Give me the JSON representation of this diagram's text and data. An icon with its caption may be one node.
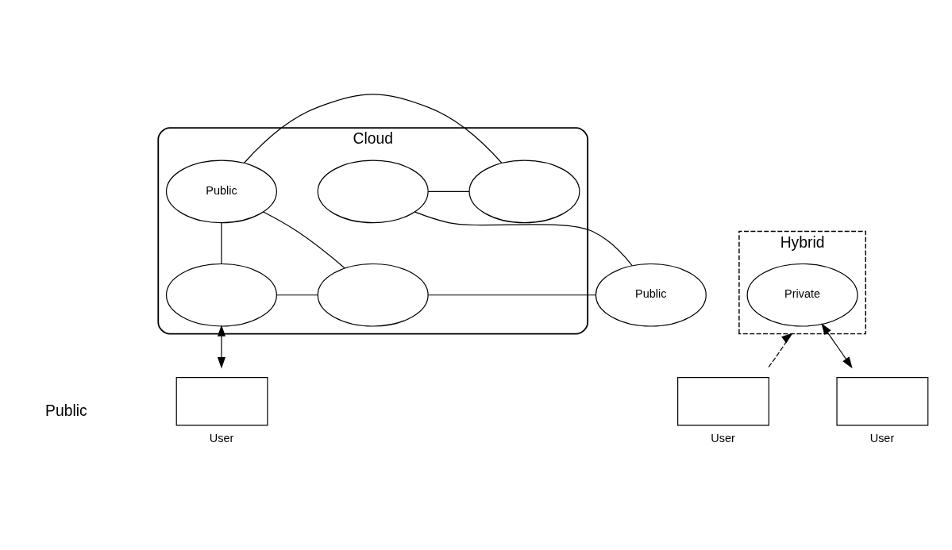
{
  "diagram": {
    "nodes": [
      {
        "text": [
          "Cloud"
        ]
      },
      {
        "text": [
          "Public"
        ],
        "in": 0
      },
      {
        "text": [],
        "shape": "ellipse",
        "in": 0
      },
      {
        "text": [],
        "shape": "ellipse",
        "in": 0
      },
      {
        "text": [],
        "shape": "ellipse",
        "in": 0
      },
      {
        "text": [],
        "shape": "ellipse",
        "in": 0
      },
      {
        "text": [
          "Hybrid"
        ]
      },
      {
        "text": [
          "Public"
        ]
      },
      {
        "text": [
          "Private"
        ],
        "in": 6
      },
      {
        "text": [],
        "shape": "box",
        "beside": [
          "User"
        ]
      },
      {
        "text": [],
        "shape": "box",
        "beside": [
          "User"
        ]
      },
      {
        "text": [],
        "shape": "box",
        "beside": [
          "User"
        ]
      }
    ],
    "edges": [
      {
        "from": 1,
        "to": 2,
        "arrow": "none"
      },
      {
        "from": 2,
        "to": 3,
        "arrow": "none"
      },
      {
        "from": 1,
        "to": 4,
        "arrow": "none"
      },
      {
        "from": 1,
        "to": 5,
        "arrow": "none"
      },
      {
        "from": 4,
        "to": 5,
        "arrow": "none"
      },
      {
        "from": 3,
        "to": 7,
        "arrow": "none"
      },
      {
        "from": 5,
        "to": 7,
        "arrow": "none"
      },
      {
        "from": 4,
        "to": 9,
        "arrow": "both"
      },
      {
        "from": 10,
        "to": 6,
        "arrow": "to",
        "style": "dashed"
      },
      {
        "from": 8,
        "to": 11,
        "arrow": "both"
      }
    ],
    "labels": [
      "Public"
    ]
  }
}
